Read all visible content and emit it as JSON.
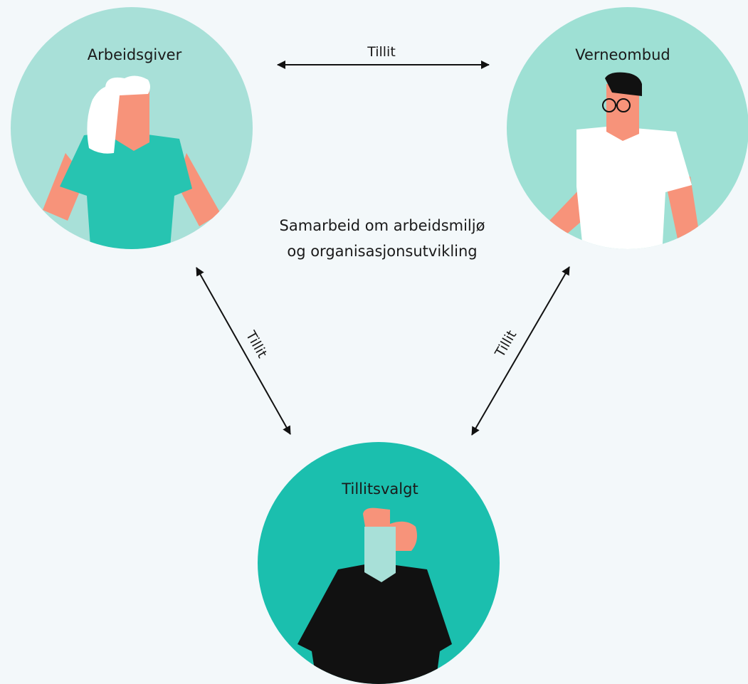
{
  "colors": {
    "background": "#f3f8fa",
    "circle_employer": "#a8e0d8",
    "circle_safety": "#9ee0d4",
    "circle_union": "#1bbfae",
    "skin": "#f7937a",
    "teal_shirt": "#27c4b1",
    "white_hair": "#ffffff",
    "black": "#111111",
    "arrow": "#111111"
  },
  "roles": {
    "employer": {
      "label": "Arbeidsgiver",
      "icon": "employer-person-illustration"
    },
    "safety_rep": {
      "label": "Verneombud",
      "icon": "safety-rep-person-illustration"
    },
    "union_rep": {
      "label": "Tillitsvalgt",
      "icon": "union-rep-person-illustration"
    }
  },
  "center_text": {
    "line1": "Samarbeid om arbeidsmiljø",
    "line2": "og organisasjonsutvikling"
  },
  "relations": {
    "top": "Tillit",
    "left": "Tillit",
    "right": "Tillit"
  }
}
